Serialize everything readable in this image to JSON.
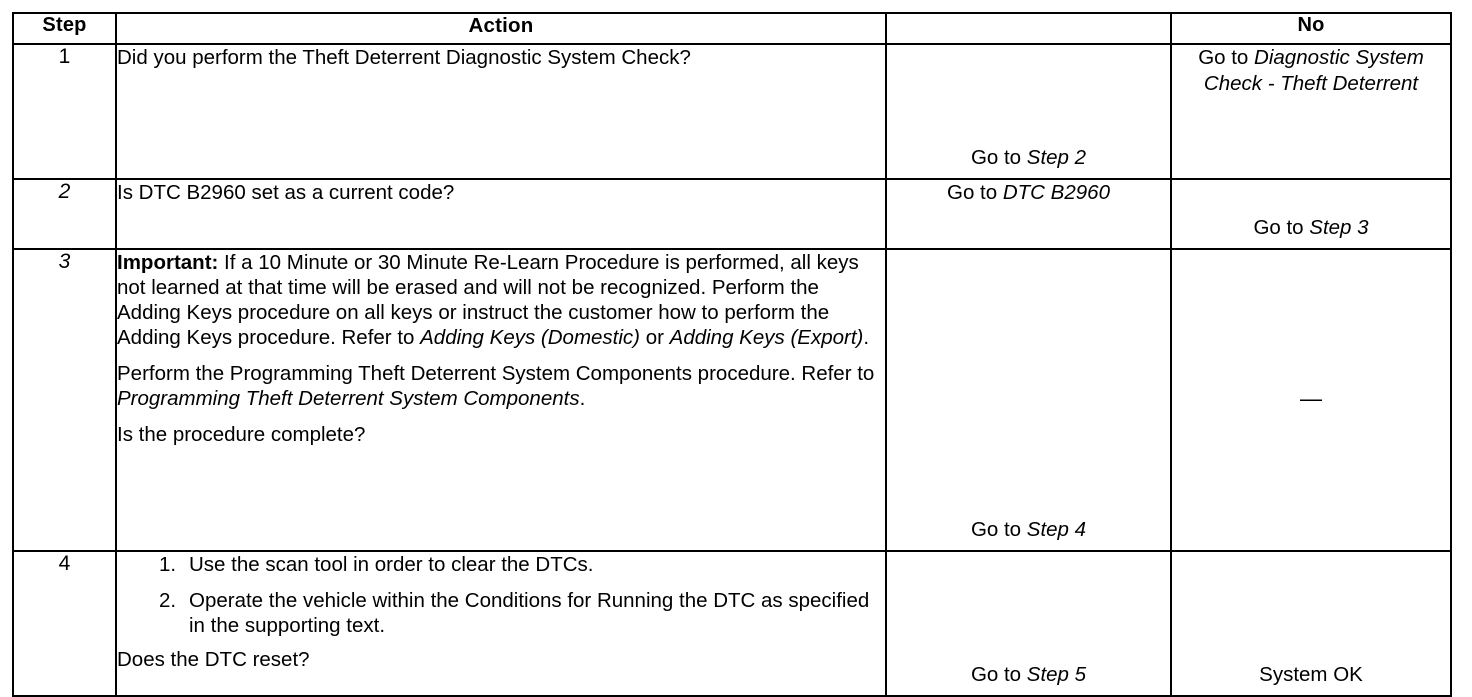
{
  "table": {
    "headers": {
      "step": "Step",
      "action": "Action",
      "yes": "",
      "no": "No"
    },
    "rows": [
      {
        "step": "1",
        "step_italic": false,
        "action_paragraphs": [
          "Did you perform the Theft Deterrent Diagnostic System Check?"
        ],
        "yes": "Go to Step 2",
        "yes_plain": "Go to ",
        "yes_italic": "Step 2",
        "no_plain": "Go to ",
        "no_italic": "Diagnostic System Check - Theft Deterrent",
        "no": "Go to Diagnostic System Check - Theft Deterrent"
      },
      {
        "step": "2",
        "step_italic": true,
        "action_paragraphs": [
          "Is DTC B2960 set as a current code?"
        ],
        "yes_plain": "Go to ",
        "yes_italic": "DTC B2960",
        "yes": "Go to DTC B2960",
        "no_plain": "Go to ",
        "no_italic": "Step 3",
        "no": "Go to Step 3"
      },
      {
        "step": "3",
        "step_italic": true,
        "important_label": "Important:",
        "important_body": " If a 10 Minute or 30 Minute Re-Learn Procedure is performed, all keys not learned at that time will be erased and will not be recognized. Perform the Adding Keys procedure on all keys or instruct the customer how to perform the Adding Keys procedure. Refer to ",
        "important_ref1": "Adding Keys (Domestic)",
        "important_mid": " or ",
        "important_ref2": "Adding Keys (Export)",
        "important_end": ".",
        "para2_start": "Perform the Programming Theft Deterrent System Components procedure. Refer to ",
        "para2_ref": "Programming Theft Deterrent System Components",
        "para2_end": ".",
        "question": "Is the procedure complete?",
        "yes_plain": "Go to ",
        "yes_italic": "Step 4",
        "yes": "Go to Step 4",
        "no": "—"
      },
      {
        "step": "4",
        "step_italic": false,
        "list_items": [
          "Use the scan tool in order to clear the DTCs.",
          "Operate the vehicle within the Conditions for Running the DTC as specified in the supporting text."
        ],
        "question": "Does the DTC reset?",
        "yes_plain": "Go to ",
        "yes_italic": "Step 5",
        "yes": "Go to Step 5",
        "no": "System OK"
      }
    ]
  }
}
